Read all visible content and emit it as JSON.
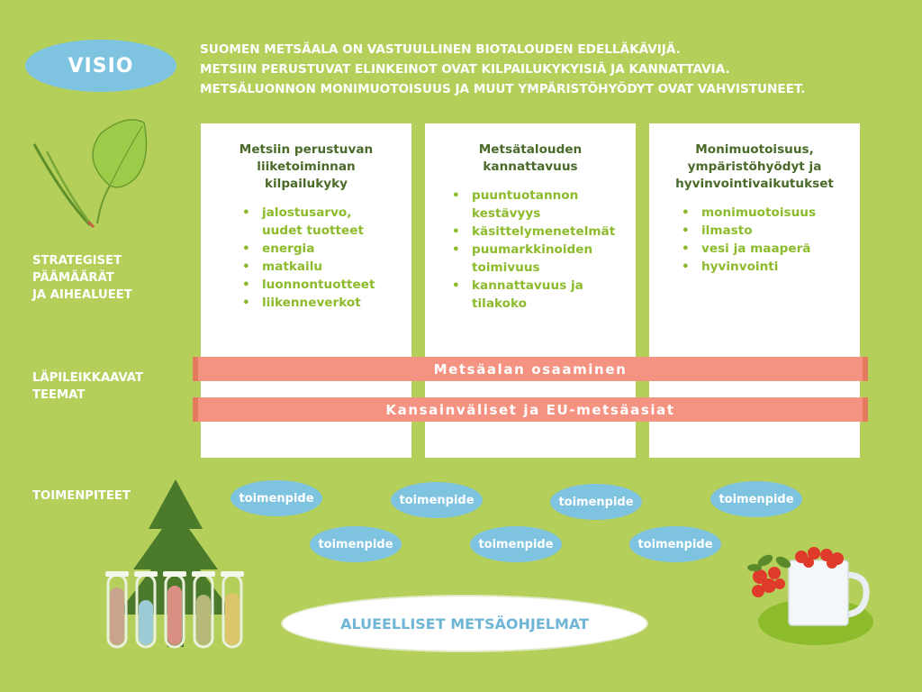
{
  "vision": {
    "badge": "VISIO",
    "lines": [
      "SUOMEN METSÄALA ON VASTUULLINEN BIOTALOUDEN EDELLÄKÄVIJÄ.",
      "METSIIN PERUSTUVAT ELINKEINOT OVAT KILPAILUKYKYISIÄ JA KANNATTAVIA.",
      "METSÄLUONNON MONIMUOTOISUUS JA MUUT YMPÄRISTÖHYÖDYT OVAT VAHVISTUNEET."
    ]
  },
  "side_labels": {
    "strategic": "STRATEGISET\nPÄÄMÄÄRÄT\nJA AIHEALUEET",
    "cross_cutting": "LÄPILEIKKAAVAT\nTEEMAT",
    "actions": "TOIMENPITEET"
  },
  "columns": [
    {
      "title": "Metsiin perustuvan\nliiketoiminnan\nkilpailukyky",
      "items": [
        "jalostusarvo,\nuudet tuotteet",
        "energia",
        "matkailu",
        "luonnontuotteet",
        "liikenneverkot"
      ]
    },
    {
      "title": "Metsätalouden\nkannattavuus",
      "items": [
        "puuntuotannon\nkestävyys",
        "käsittelymenetelmät",
        "puumarkkinoiden\ntoimivuus",
        "kannattavuus ja\ntilakoko"
      ]
    },
    {
      "title": "Monimuotoisuus,\nympäristöhyödyt ja\nhyvinvointivaikutukset",
      "items": [
        "monimuotoisuus",
        "ilmasto",
        "vesi ja maaperä",
        "hyvinvointi"
      ]
    }
  ],
  "bands": [
    "Metsäalan osaaminen",
    "Kansainväliset ja EU-metsäasiat"
  ],
  "actions": [
    "toimenpide",
    "toimenpide",
    "toimenpide",
    "toimenpide",
    "toimenpide",
    "toimenpide",
    "toimenpide"
  ],
  "regional_programs": "ALUEELLISET METSÄOHJELMAT",
  "colors": {
    "background": "#b5cf5b",
    "blue": "#7ec3e0",
    "salmon": "#f49382",
    "title_green": "#4a6a2a",
    "bullet_green": "#8cbb2c"
  },
  "icons": [
    "leaf-icon",
    "grass-icon",
    "spruce-tree-icon",
    "test-tubes-icon",
    "berry-mug-icon"
  ]
}
